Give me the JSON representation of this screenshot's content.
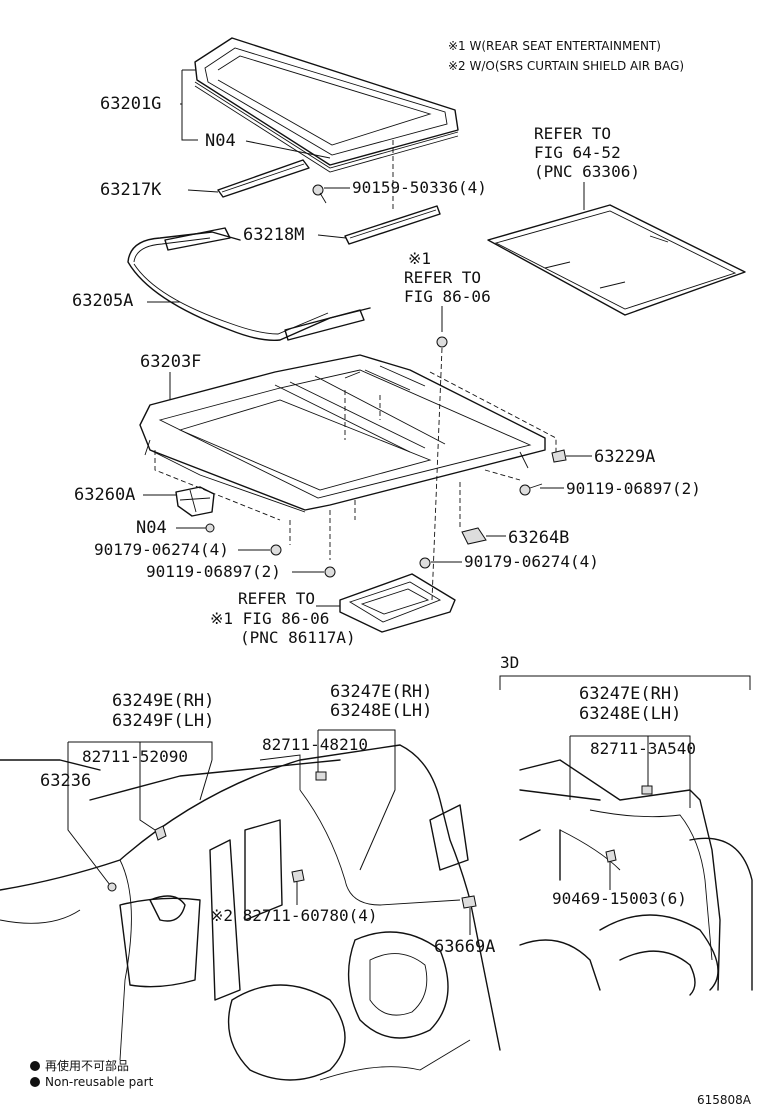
{
  "notes": {
    "note1": "※1 W(REAR SEAT ENTERTAINMENT)",
    "note2": "※2 W/O(SRS CURTAIN SHIELD AIR BAG)"
  },
  "refers": {
    "fig6452": [
      "REFER TO",
      "FIG 64-52",
      "(PNC 63306)"
    ],
    "fig8606_top": [
      "※1",
      "REFER TO",
      "FIG 86-06"
    ],
    "fig8606_bottom": [
      "REFER TO",
      "※1 FIG 86-06",
      "(PNC 86117A)"
    ]
  },
  "parts": {
    "p63201G": "63201G",
    "n04_top": "N04",
    "p63217K": "63217K",
    "p90159": "90159-50336(4)",
    "p63218M": "63218M",
    "p63205A": "63205A",
    "p63203F": "63203F",
    "p63229A": "63229A",
    "p90119_right": "90119-06897(2)",
    "p63260A": "63260A",
    "n04_mid": "N04",
    "p63264B": "63264B",
    "p90179_left": "90179-06274(4)",
    "p90179_right": "90179-06274(4)",
    "p90119_left": "90119-06897(2)",
    "p63249E": "63249E(RH)",
    "p63249F": "63249F(LH)",
    "p82711_52090": "82711-52090",
    "p63236": "63236",
    "p63247E_a": "63247E(RH)",
    "p63248E_a": "63248E(LH)",
    "p82711_48210": "82711-48210",
    "p82711_60780": "※2 82711-60780(4)",
    "p63669A": "63669A",
    "section_3d": "3D",
    "p63247E_b": "63247E(RH)",
    "p63248E_b": "63248E(LH)",
    "p82711_3A540": "82711-3A540",
    "p90469": "90469-15003(6)"
  },
  "legend": {
    "jp": "再使用不可部品",
    "en": "Non-reusable part"
  },
  "figure_id": "615808A"
}
